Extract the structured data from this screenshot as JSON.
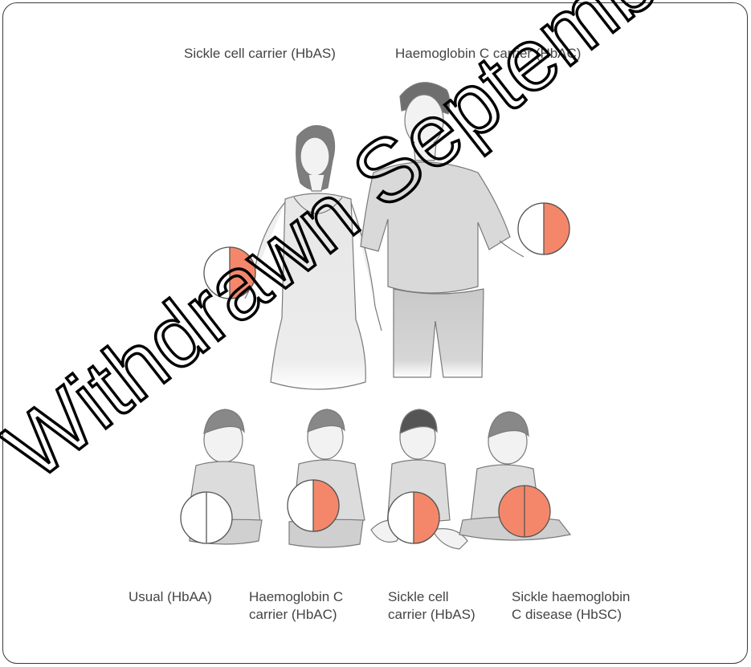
{
  "parents": [
    {
      "label": "Sickle cell carrier (HbAS)",
      "genotype": "HbAS",
      "ball_fill": "half"
    },
    {
      "label": "Haemoglobin C carrier (HbAC)",
      "genotype": "HbAC",
      "ball_fill": "half"
    }
  ],
  "children": [
    {
      "label_lines": [
        "Usual (HbAA)",
        ""
      ],
      "genotype": "HbAA",
      "ball_fill": "none"
    },
    {
      "label_lines": [
        "Haemoglobin C",
        "carrier (HbAC)"
      ],
      "genotype": "HbAC",
      "ball_fill": "half"
    },
    {
      "label_lines": [
        "Sickle cell",
        "carrier (HbAS)"
      ],
      "genotype": "HbAS",
      "ball_fill": "half"
    },
    {
      "label_lines": [
        "Sickle haemoglobin",
        "C disease (HbSC)"
      ],
      "genotype": "HbSC",
      "ball_fill": "full"
    }
  ],
  "watermark": "Withdrawn September",
  "colors": {
    "affected": "#f4876a",
    "figure_fill": "#e4e4e4",
    "figure_stroke": "#7a7a7a",
    "text": "#444444"
  }
}
